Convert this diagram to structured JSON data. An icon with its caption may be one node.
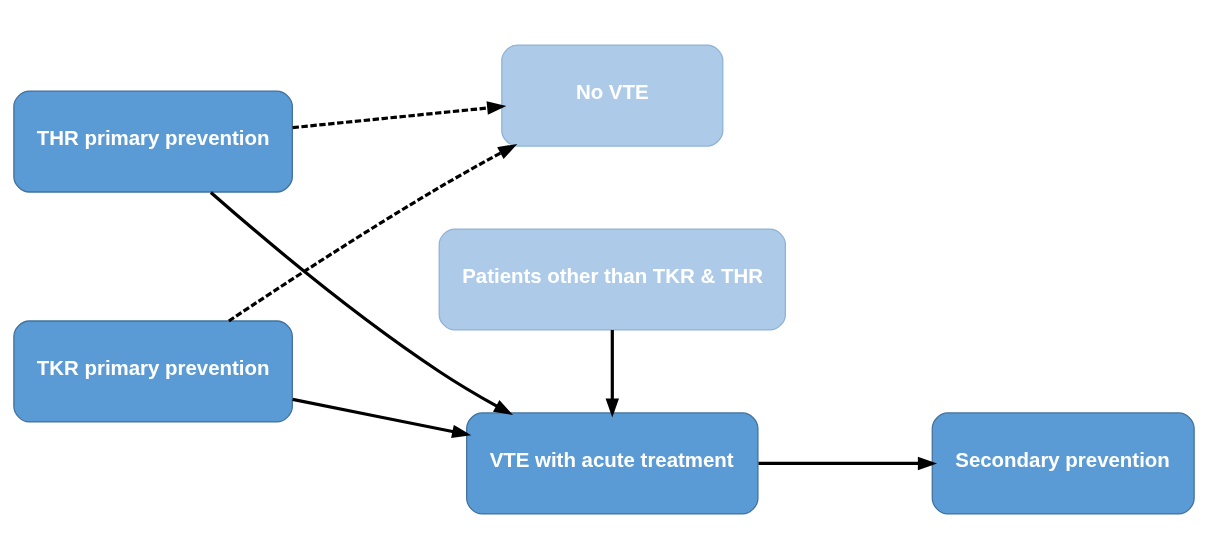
{
  "diagram": {
    "nodes": [
      {
        "text": [
          "THR primary prevention"
        ]
      },
      {
        "text": [
          "No VTE"
        ]
      },
      {
        "text": [
          "TKR primary prevention"
        ]
      },
      {
        "text": [
          "VTE with acute treatment"
        ]
      },
      {
        "text": [
          "Secondary prevention"
        ]
      },
      {
        "text": [
          "Patients other than TKR & THR"
        ]
      }
    ],
    "edges": [
      {
        "from": 0,
        "to": 1,
        "arrow": "to",
        "style": "dashed"
      },
      {
        "from": 0,
        "to": 3,
        "arrow": "to"
      },
      {
        "from": 2,
        "to": 1,
        "arrow": "to",
        "style": "dashed"
      },
      {
        "from": 2,
        "to": 3,
        "arrow": "to"
      },
      {
        "from": 3,
        "to": 4,
        "arrow": "to"
      },
      {
        "from": 5,
        "to": 3,
        "arrow": "to"
      }
    ]
  }
}
